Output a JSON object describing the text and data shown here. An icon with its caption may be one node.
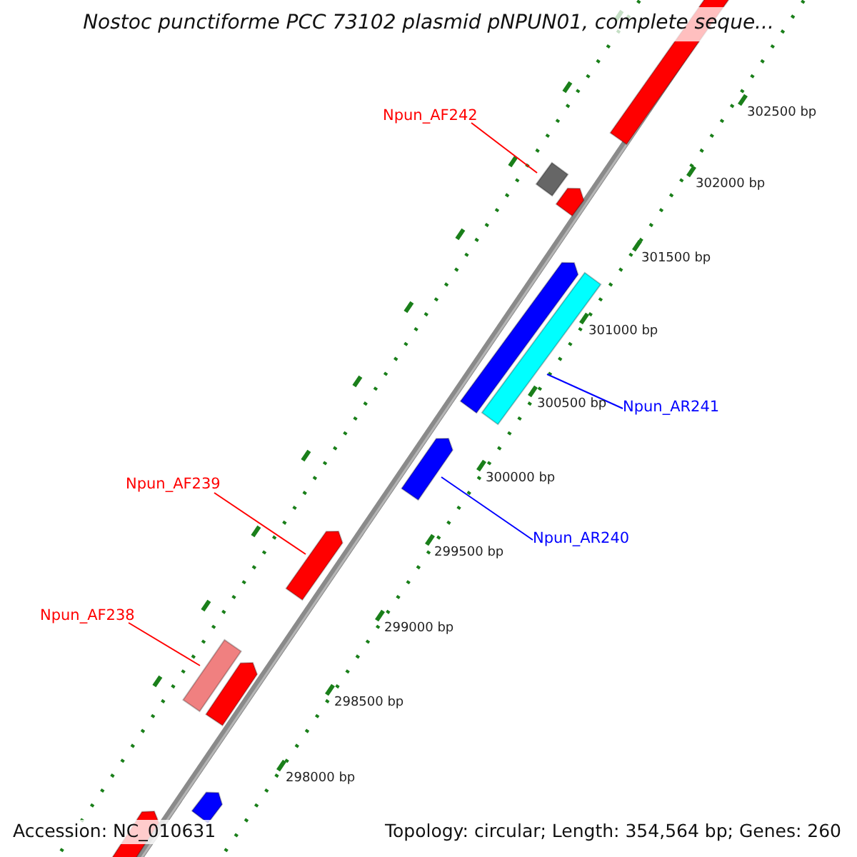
{
  "diagram": {
    "title": "Nostoc punctiforme PCC 73102 plasmid pNPUN01, complete seque...",
    "nodes": [
      {
        "text": [
          "Npun_AF242"
        ]
      },
      {
        "text": [],
        "shape": "bar"
      },
      {
        "text": [
          "Npun_AR241"
        ]
      },
      {
        "text": [],
        "shape": "bar"
      },
      {
        "text": [
          "Npun_AR240"
        ]
      },
      {
        "text": [],
        "shape": "bar"
      },
      {
        "text": [
          "Npun_AF239"
        ]
      },
      {
        "text": [],
        "shape": "bar"
      },
      {
        "text": [
          "Npun_AF238"
        ]
      },
      {
        "text": [],
        "shape": "bar"
      }
    ],
    "edges": [
      {
        "from": 0,
        "to": 1,
        "arrow": "none"
      },
      {
        "from": 2,
        "to": 3,
        "arrow": "none",
        "color": "#0000ff"
      },
      {
        "from": 4,
        "to": 5,
        "arrow": "none",
        "color": "#0000ff"
      },
      {
        "from": 6,
        "to": 7,
        "arrow": "none"
      },
      {
        "from": 8,
        "to": 9,
        "arrow": "none"
      }
    ],
    "labels": [
      "302500 bp",
      "302000 bp",
      "301500 bp",
      "301000 bp",
      "300500 bp",
      "300000 bp",
      "299500 bp",
      "299000 bp",
      "298500 bp",
      "298000 bp",
      "Accession: NC_010631",
      "Topology: circular; Length: 354,564 bp; Genes: 260"
    ]
  }
}
